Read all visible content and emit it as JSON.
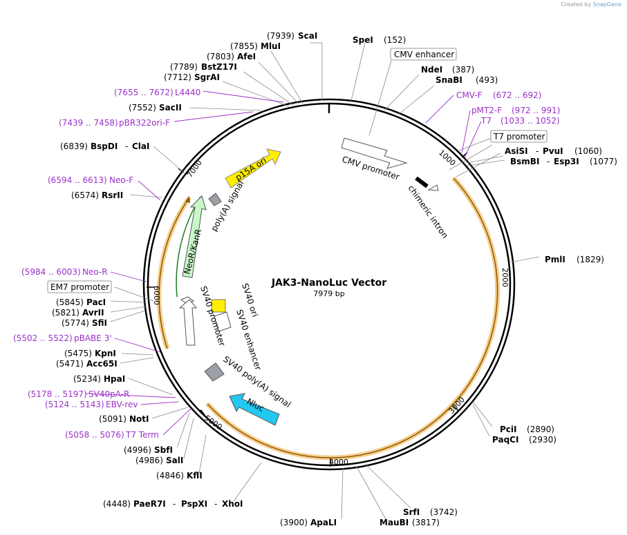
{
  "credit": {
    "prefix": "Created by",
    "brand": "SnapGene"
  },
  "plasmid": {
    "name": "JAK3-NanoLuc Vector",
    "size": "7979 bp"
  },
  "ticks": [
    "1000",
    "2000",
    "3000",
    "4000",
    "5000",
    "6000",
    "7000"
  ],
  "sites": [
    {
      "pos": "(7939)",
      "name": "ScaI"
    },
    {
      "pos": "(152)",
      "name": "SpeI"
    },
    {
      "pos": "(7855)",
      "name": "MluI"
    },
    {
      "pos": "(7803)",
      "name": "AfeI"
    },
    {
      "pos": "(7789)",
      "name": "BstZ17I"
    },
    {
      "pos": "(7712)",
      "name": "SgrAI"
    },
    {
      "pos": "(7552)",
      "name": "SacII"
    },
    {
      "pos": "(387)",
      "name": "NdeI"
    },
    {
      "pos": "(493)",
      "name": "SnaBI"
    },
    {
      "pos": "(1060)",
      "name": "AsiSI",
      "name2": "PvuI"
    },
    {
      "pos": "(1077)",
      "name": "BsmBI",
      "name2": "Esp3I"
    },
    {
      "pos": "(6839)",
      "name": "BspDI",
      "name2": "ClaI"
    },
    {
      "pos": "(6574)",
      "name": "RsrII"
    },
    {
      "pos": "(1829)",
      "name": "PmlI"
    },
    {
      "pos": "(5845)",
      "name": "PacI"
    },
    {
      "pos": "(5821)",
      "name": "AvrII"
    },
    {
      "pos": "(5774)",
      "name": "SfiI"
    },
    {
      "pos": "(5475)",
      "name": "KpnI"
    },
    {
      "pos": "(5471)",
      "name": "Acc65I"
    },
    {
      "pos": "(5234)",
      "name": "HpaI"
    },
    {
      "pos": "(5091)",
      "name": "NotI"
    },
    {
      "pos": "(4996)",
      "name": "SbfI"
    },
    {
      "pos": "(4986)",
      "name": "SalI"
    },
    {
      "pos": "(4846)",
      "name": "KflI"
    },
    {
      "pos": "(4448)",
      "name": "PaeR7I",
      "name2": "PspXI",
      "name3": "XhoI"
    },
    {
      "pos": "(3900)",
      "name": "ApaLI"
    },
    {
      "pos": "(3817)",
      "name": "MauBI"
    },
    {
      "pos": "(3742)",
      "name": "SrfI"
    },
    {
      "pos": "(2890)",
      "name": "PciI"
    },
    {
      "pos": "(2930)",
      "name": "PaqCI"
    }
  ],
  "primers": [
    {
      "range": "(7655 .. 7672)",
      "name": "L4440"
    },
    {
      "range": "(7439 .. 7458)",
      "name": "pBR322ori-F"
    },
    {
      "range": "(672 .. 692)",
      "name": "CMV-F"
    },
    {
      "range": "(972 .. 991)",
      "name": "pMT2-F"
    },
    {
      "range": "(1033 .. 1052)",
      "name": "T7"
    },
    {
      "range": "(6594 .. 6613)",
      "name": "Neo-F"
    },
    {
      "range": "(5984 .. 6003)",
      "name": "Neo-R"
    },
    {
      "range": "(5502 .. 5522)",
      "name": "pBABE 3'"
    },
    {
      "range": "(5178 .. 5197)",
      "name": "SV40pA-R"
    },
    {
      "range": "(5124 .. 5143)",
      "name": "EBV-rev"
    },
    {
      "range": "(5058 .. 5076)",
      "name": "T7 Term"
    }
  ],
  "boxed_features": {
    "cmv_enhancer": "CMV enhancer",
    "t7_promoter": "T7 promoter",
    "em7_promoter": "EM7 promoter"
  },
  "features": {
    "cmv_promoter": "CMV promoter",
    "chimeric_intron": "chimeric intron",
    "p15a_ori": "p15A ori",
    "polya_signal": "poly(A) signal",
    "neor": "NeoR/KanR",
    "sv40_ori": "SV40 ori",
    "sv40_enhancer": "SV40 enhancer",
    "sv40_promoter": "SV40 promoter",
    "sv40_polya": "SV40 poly(A) signal",
    "nluc": "Nluc"
  },
  "colors": {
    "primer": "#9b30c8",
    "orf_highlight": "#f5c57a",
    "orf_line": "#8a5a00",
    "p15a": "#ffee00",
    "neor": "#c8f7c8",
    "nluc": "#22c8f0",
    "polya": "#9aa0a6",
    "sv40_ori": "#ffee00"
  }
}
